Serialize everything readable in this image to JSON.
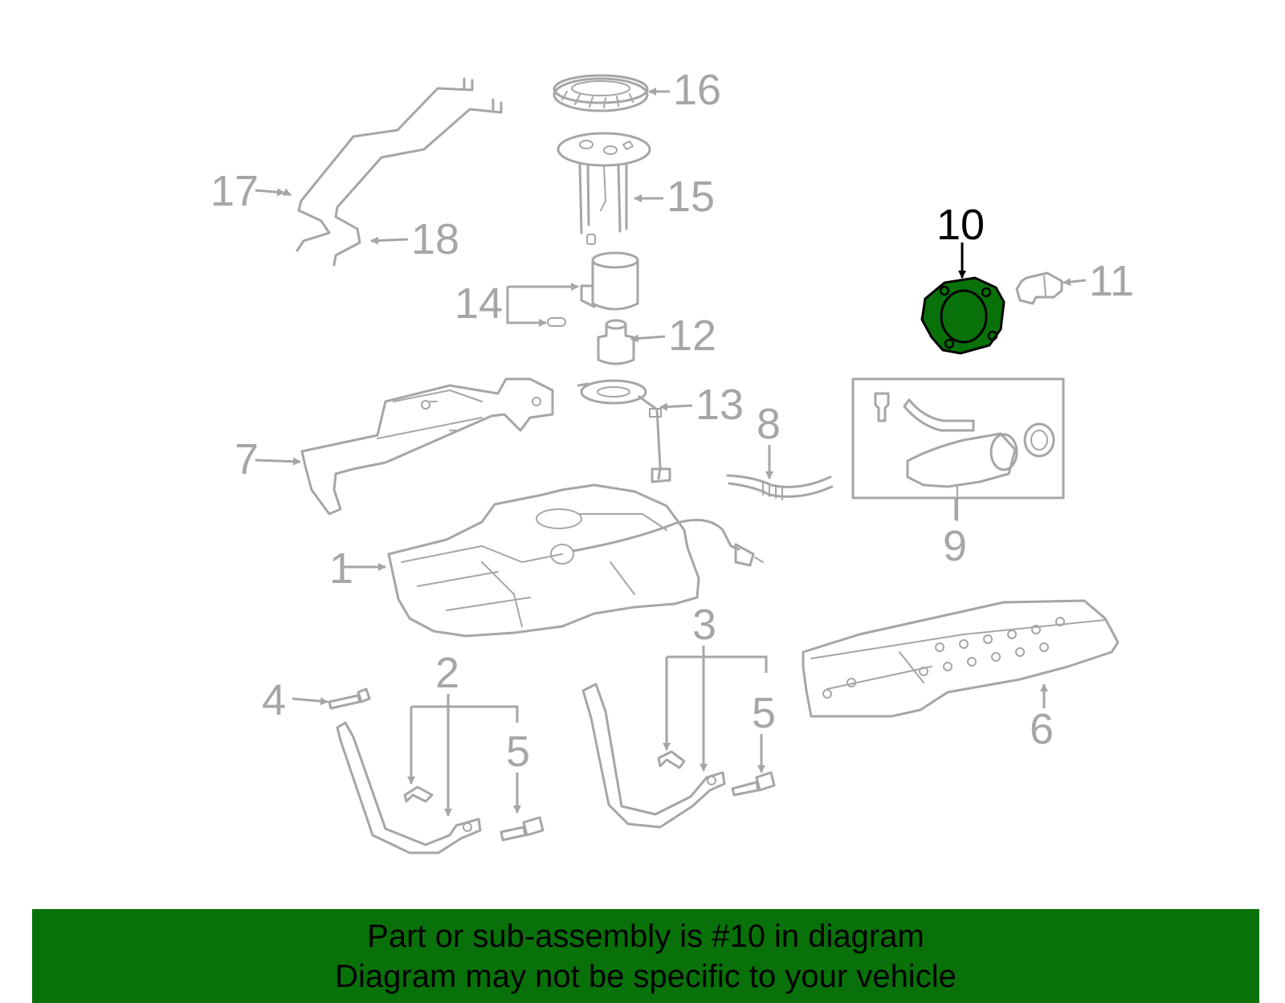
{
  "diagram": {
    "highlight_color": "#097109",
    "line_color": "#a6a6a6",
    "highlighted_part": "10",
    "callouts": [
      "1",
      "2",
      "3",
      "4",
      "5",
      "5",
      "6",
      "7",
      "8",
      "9",
      "10",
      "11",
      "12",
      "13",
      "14",
      "15",
      "16",
      "17",
      "18"
    ]
  },
  "banner": {
    "background": "#097109",
    "line1": "Part or sub-assembly is #10 in diagram",
    "line2": "Diagram may not be specific to your vehicle"
  }
}
